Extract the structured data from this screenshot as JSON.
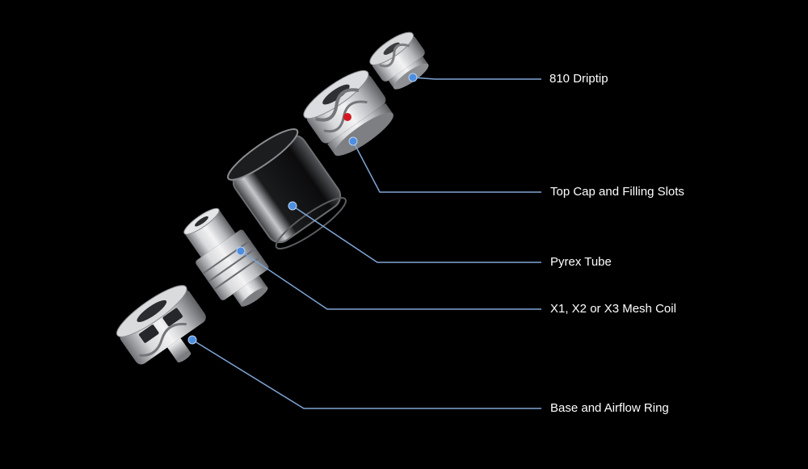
{
  "colors": {
    "background": "#000000",
    "leader_line": "#7fa6d6",
    "dot": "#4d8ee0",
    "metal_light": "#e8e8ea",
    "metal_dark": "#8a8c90",
    "accent_red": "#d31a22"
  },
  "components": [
    {
      "id": "driptip",
      "label": "810 Driptip",
      "icon": "driptip-part"
    },
    {
      "id": "top-cap",
      "label": "Top Cap and Filling Slots",
      "icon": "top-cap-part"
    },
    {
      "id": "pyrex",
      "label": "Pyrex Tube",
      "icon": "glass-tube-part"
    },
    {
      "id": "coil",
      "label": "X1, X2 or X3 Mesh Coil",
      "icon": "mesh-coil-part"
    },
    {
      "id": "base",
      "label": "Base and Airflow Ring",
      "icon": "base-part"
    }
  ]
}
